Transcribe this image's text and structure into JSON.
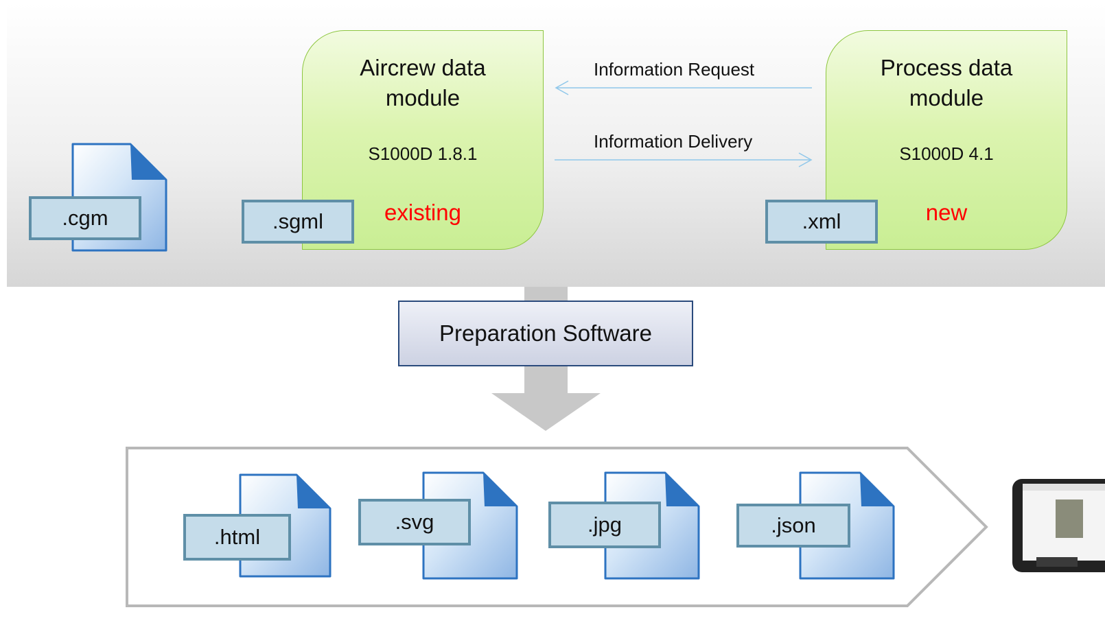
{
  "aircrew_module": {
    "title_line1": "Aircrew data",
    "title_line2": "module",
    "standard": "S1000D 1.8.1",
    "status": "existing",
    "file_ext": ".sgml"
  },
  "process_module": {
    "title_line1": "Process data",
    "title_line2": "module",
    "standard": "S1000D 4.1",
    "status": "new",
    "file_ext": ".xml"
  },
  "standalone_file": ".cgm",
  "flows": {
    "request": "Information Request",
    "delivery": "Information Delivery"
  },
  "preparation": "Preparation Software",
  "outputs": [
    ".html",
    ".svg",
    ".jpg",
    ".json"
  ],
  "colors": {
    "module_border": "#8dc63f",
    "status_text": "#ff0000",
    "ext_border": "#5f8fa7",
    "flow_arrow": "#8fc7ea",
    "big_arrow": "#c8c8c8"
  }
}
